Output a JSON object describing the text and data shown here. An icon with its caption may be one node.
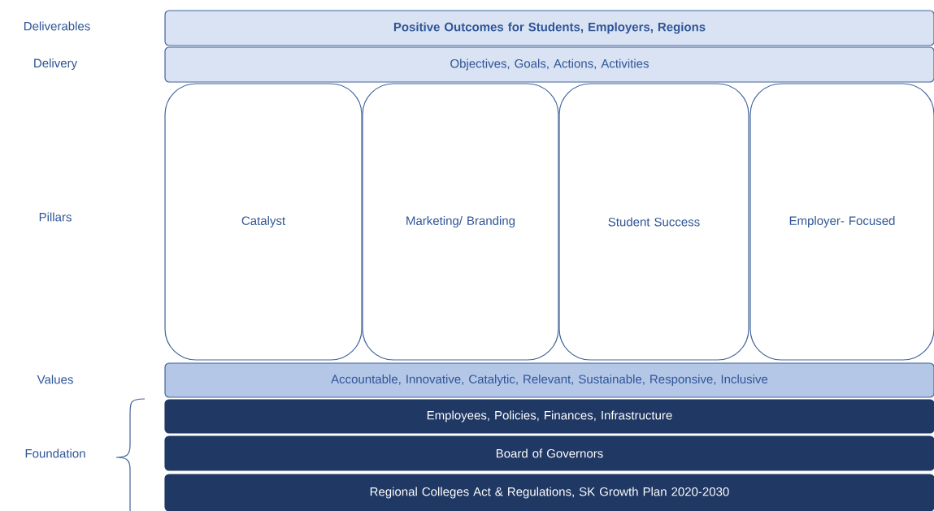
{
  "diagram": {
    "nodes": [
      {
        "text": [
          "**Positive Outcomes for Students, Employers, Regions**"
        ]
      },
      {
        "text": [
          "Objectives, Goals, Actions, Activities"
        ]
      },
      {
        "text": [
          "Catalyst"
        ]
      },
      {
        "text": [
          "Marketing/ Branding"
        ]
      },
      {
        "text": [
          "Student Success"
        ]
      },
      {
        "text": [
          "Employer- Focused"
        ]
      },
      {
        "text": [
          "Accountable, Innovative, Catalytic, Relevant, Sustainable, Responsive, Inclusive"
        ]
      },
      {
        "text": [
          "Employees, Policies, Finances, Infrastructure"
        ]
      },
      {
        "text": [
          "Board of Governors"
        ]
      },
      {
        "text": [
          "Regional Colleges Act & Regulations, SK Growth Plan 2020-2030"
        ]
      }
    ],
    "labels": [
      "Deliverables",
      "Delivery",
      "Pillars",
      "Values",
      "Foundation"
    ]
  }
}
